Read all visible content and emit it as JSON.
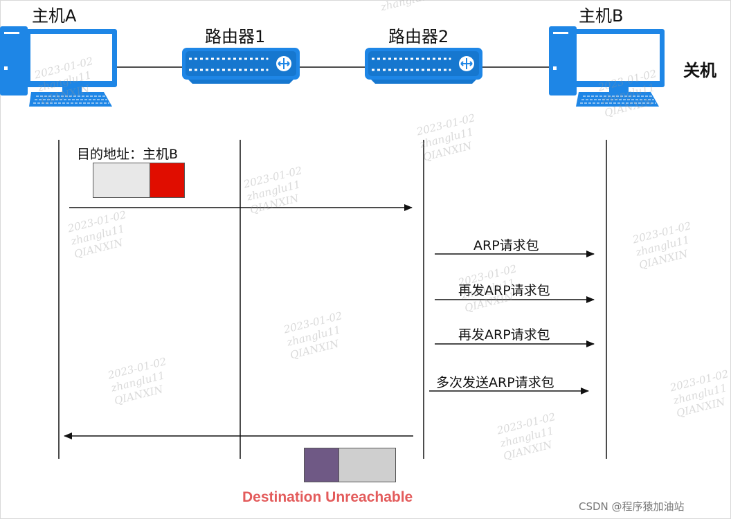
{
  "nodes": {
    "host_a": "主机A",
    "router_1": "路由器1",
    "router_2": "路由器2",
    "host_b": "主机B",
    "host_b_state": "关机"
  },
  "packet": {
    "dest_label": "目的地址：主机B",
    "header_color": "#e8e8e8",
    "dest_field_color": "#e00d00",
    "reply_type_color": "#6f5985",
    "reply_body_color": "#cfcfcf"
  },
  "arp": {
    "msg1": "ARP请求包",
    "msg2": "再发ARP请求包",
    "msg3": "再发ARP请求包",
    "msg4": "多次发送ARP请求包"
  },
  "reply": {
    "label": "Destination Unreachable",
    "color": "#e35b5b"
  },
  "colors": {
    "device_blue": "#1e86e6",
    "line": "#111111"
  },
  "credit": "CSDN @程序猿加油站",
  "watermark": [
    "2023-01-02",
    "zhanglu11",
    "QIANXIN"
  ]
}
